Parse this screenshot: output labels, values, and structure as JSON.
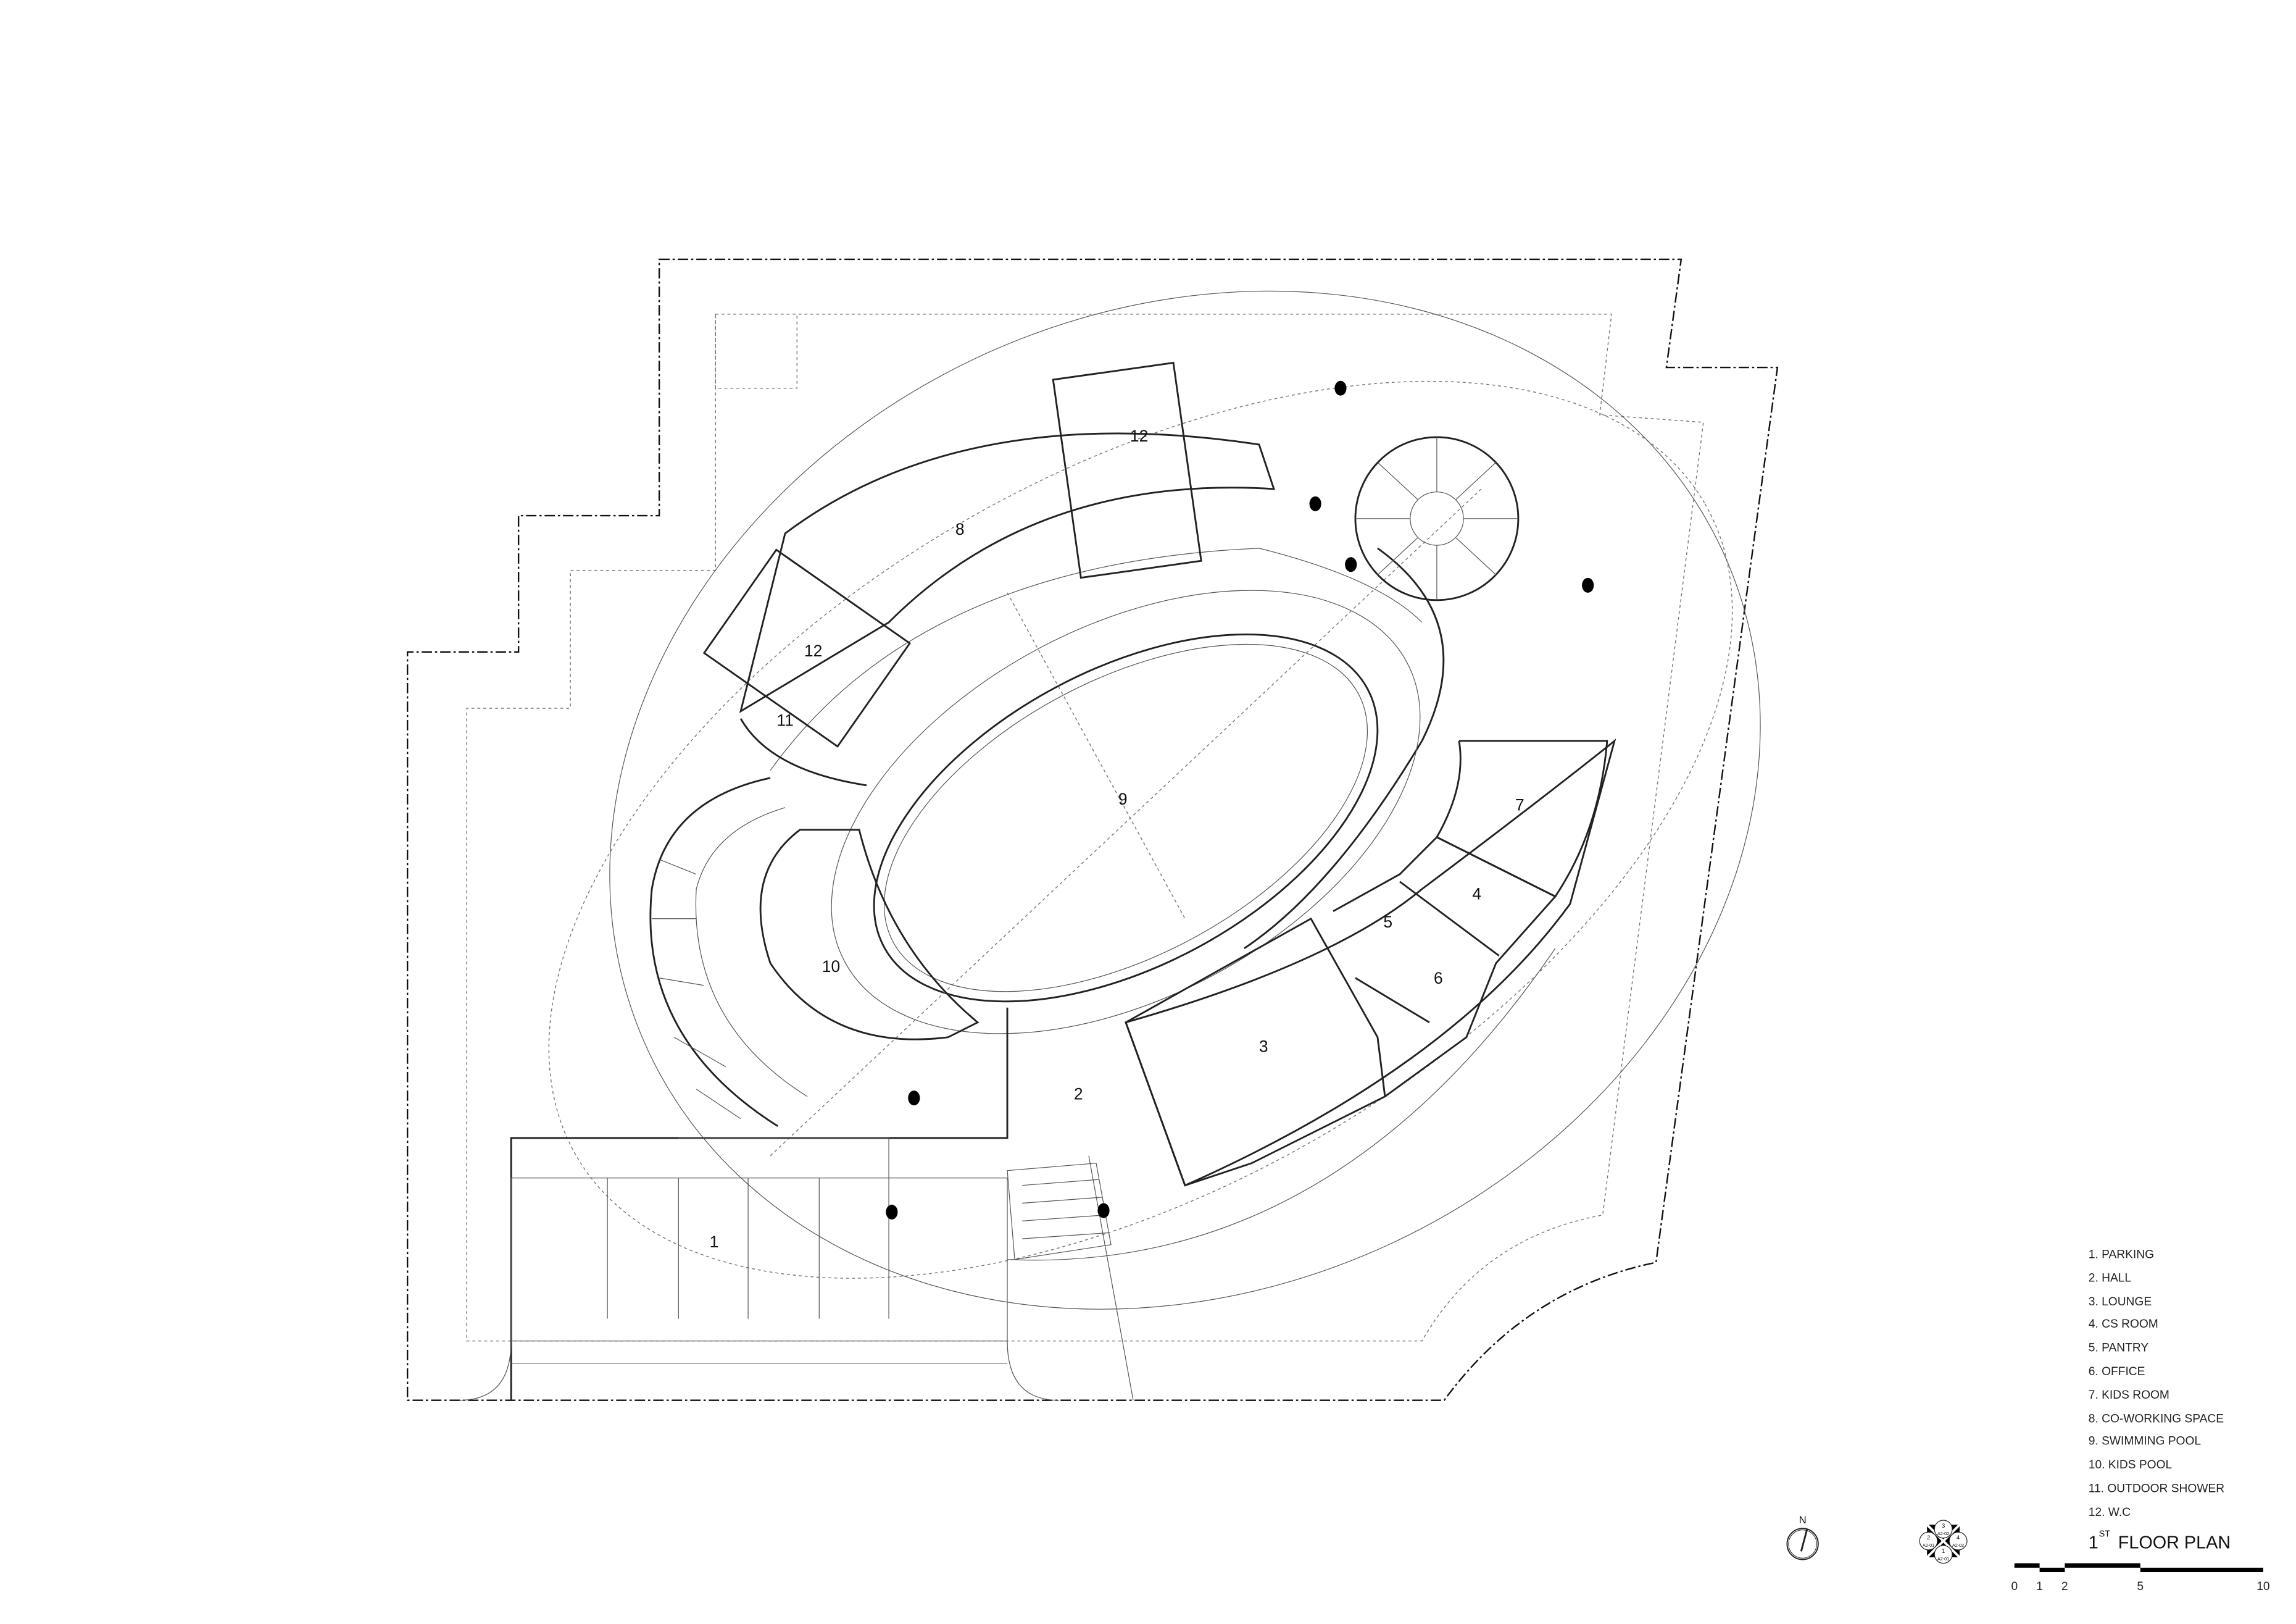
{
  "plan": {
    "title_number": "1",
    "title_superscript": "ST",
    "title_text": "FLOOR PLAN",
    "room_labels": [
      "1",
      "2",
      "3",
      "4",
      "5",
      "6",
      "7",
      "8",
      "9",
      "10",
      "11",
      "12",
      "12"
    ]
  },
  "legend": [
    "1. PARKING",
    "2. HALL",
    "3. LOUNGE",
    "4. CS ROOM",
    "5. PANTRY",
    "6. OFFICE",
    "7. KIDS ROOM",
    "8. CO-WORKING SPACE",
    "9. SWIMMING POOL",
    "10. KIDS POOL",
    "11. OUTDOOR SHOWER",
    "12. W.C"
  ],
  "north_arrow": {
    "label": "N"
  },
  "section_key": {
    "top": {
      "num": "3",
      "sheet": "A2-02"
    },
    "left": {
      "num": "2",
      "sheet": "A2-01"
    },
    "right": {
      "num": "4",
      "sheet": "A2-02"
    },
    "bottom": {
      "num": "1",
      "sheet": "A2-01"
    }
  },
  "scale_bar": {
    "ticks": [
      "0",
      "1",
      "2",
      "5",
      "10"
    ]
  }
}
